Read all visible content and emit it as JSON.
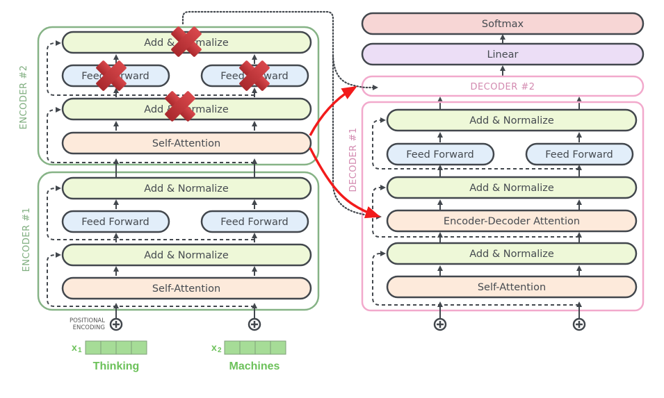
{
  "colors": {
    "encoder_border": "#86b386",
    "decoder_border": "#f2a9cc",
    "pill_border": "#42474d",
    "add_norm_fill": "#eef8d8",
    "feed_forward_fill": "#e2eefa",
    "attention_fill": "#fdeadb",
    "softmax_fill": "#f7d6d5",
    "linear_fill": "#ecdef6",
    "embedding_fill": "#a6dc97",
    "red_arrow": "#f21b1b",
    "cross": "#c0363a"
  },
  "encoder2": {
    "label": "ENCODER #2",
    "add_norm_top": "Add & Normalize",
    "feed_forward_left": "Feed Forward",
    "feed_forward_right": "Feed Forward",
    "add_norm_bottom": "Add & Normalize",
    "self_attention": "Self-Attention"
  },
  "encoder1": {
    "label": "ENCODER #1",
    "add_norm_top": "Add & Normalize",
    "feed_forward_left": "Feed Forward",
    "feed_forward_right": "Feed Forward",
    "add_norm_bottom": "Add & Normalize",
    "self_attention": "Self-Attention"
  },
  "decoder_stack": {
    "softmax": "Softmax",
    "linear": "Linear",
    "decoder2_label": "DECODER #2"
  },
  "decoder1": {
    "label": "DECODER #1",
    "add_norm_top": "Add & Normalize",
    "feed_forward_left": "Feed Forward",
    "feed_forward_right": "Feed Forward",
    "add_norm_middle": "Add & Normalize",
    "enc_dec_attention": "Encoder-Decoder Attention",
    "add_norm_bottom": "Add & Normalize",
    "self_attention": "Self-Attention"
  },
  "inputs": {
    "positional_encoding_line1": "POSITIONAL",
    "positional_encoding_line2": "ENCODING",
    "x1_label": "x",
    "x1_sub": "1",
    "x2_label": "x",
    "x2_sub": "2",
    "word1": "Thinking",
    "word2": "Machines"
  },
  "crossed_out_blocks": [
    "encoder2.add_norm_top",
    "encoder2.feed_forward_left",
    "encoder2.feed_forward_right",
    "encoder2.add_norm_bottom"
  ]
}
